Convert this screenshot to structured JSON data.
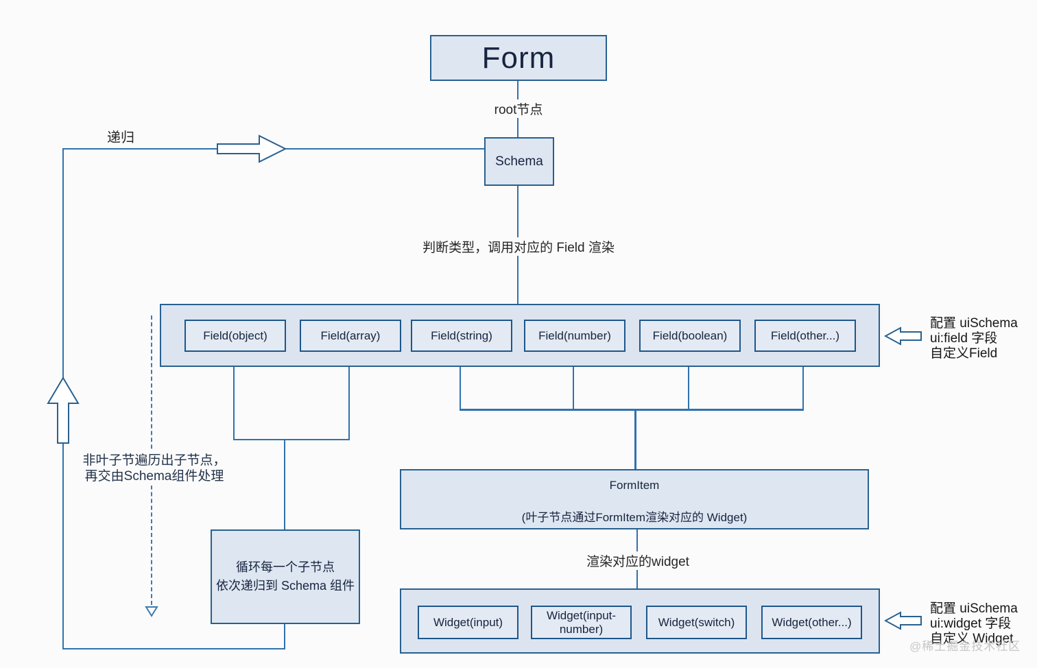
{
  "diagram": {
    "form": {
      "label": "Form"
    },
    "root_label": "root节点",
    "schema": {
      "label": "Schema"
    },
    "judge_label": "判断类型，调用对应的 Field 渲染",
    "recursion_label": "递归",
    "fields": {
      "items": [
        {
          "label": "Field(object)"
        },
        {
          "label": "Field(array)"
        },
        {
          "label": "Field(string)"
        },
        {
          "label": "Field(number)"
        },
        {
          "label": "Field(boolean)"
        },
        {
          "label": "Field(other...)"
        }
      ]
    },
    "field_annotation": {
      "line1": "配置 uiSchema",
      "line2": "ui:field 字段",
      "line3": "自定义Field"
    },
    "form_item": {
      "title": "FormItem",
      "subtitle": "(叶子节点通过FormItem渲染对应的 Widget)"
    },
    "render_widget_label": "渲染对应的widget",
    "widgets": {
      "items": [
        {
          "label": "Widget(input)"
        },
        {
          "label": "Widget(input-number)"
        },
        {
          "label": "Widget(switch)"
        },
        {
          "label": "Widget(other...)"
        }
      ]
    },
    "widget_annotation": {
      "line1": "配置 uiSchema",
      "line2": "ui:widget 字段",
      "line3": "自定义 Widget"
    },
    "loop_node": {
      "line1": "循环每一个子节点",
      "line2": "依次递归到 Schema 组件"
    },
    "non_leaf_note": {
      "line1": "非叶子节遍历出子节点，",
      "line2": "再交由Schema组件处理"
    },
    "watermark": "@稀土掘金技术社区"
  },
  "colors": {
    "background": "#fbfbfb",
    "node_fill": "#dee6f1",
    "group_fill": "#dce4f0",
    "inner_fill": "#e3eaf4",
    "container_border": "#28608f",
    "inner_border": "#1d568a",
    "line": "#2f72ad",
    "dashed_line": "#3e7ab2",
    "text_dark": "#17243f",
    "watermark": "#c6c6c6"
  }
}
